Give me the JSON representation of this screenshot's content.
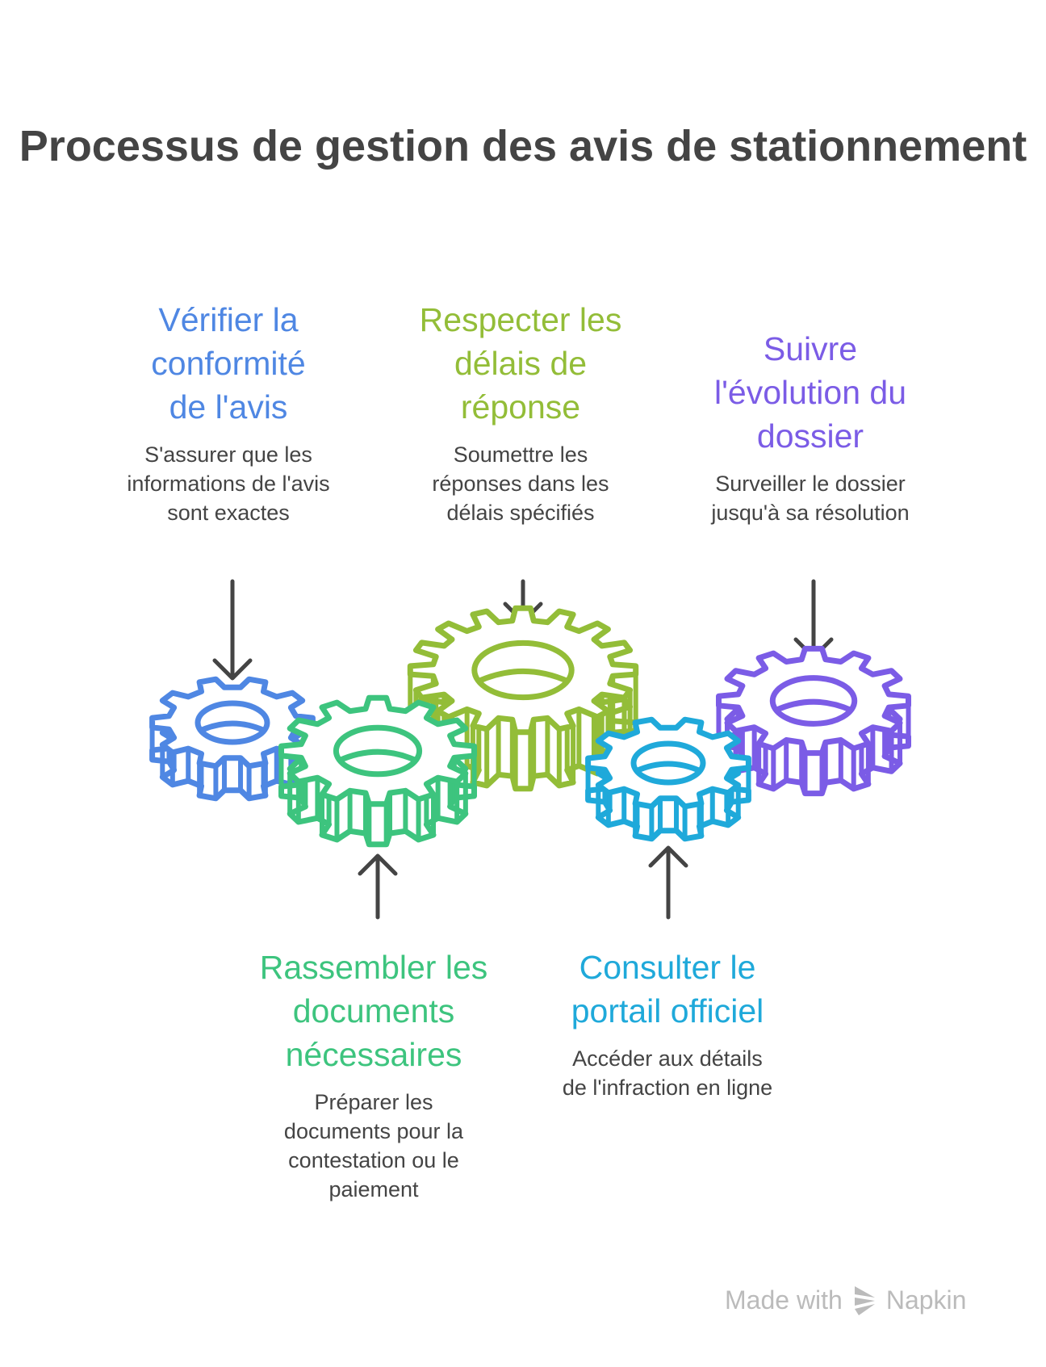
{
  "title": "Processus de gestion des avis de stationnement",
  "steps": [
    {
      "heading": "Vérifier la conformité de l'avis",
      "description": "S'assurer que les informations de l'avis sont exactes",
      "color": "#4f87e3"
    },
    {
      "heading": "Rassembler les documents nécessaires",
      "description": "Préparer les documents pour la contestation ou le paiement",
      "color": "#3dc47e"
    },
    {
      "heading": "Respecter les délais de réponse",
      "description": "Soumettre les réponses dans les délais spécifiés",
      "color": "#93bd38"
    },
    {
      "heading": "Consulter le portail officiel",
      "description": "Accéder aux détails de l'infraction en ligne",
      "color": "#1fa9da"
    },
    {
      "heading": "Suivre l'évolution du dossier",
      "description": "Surveiller le dossier jusqu'à sa résolution",
      "color": "#7b5ce6"
    }
  ],
  "footer": {
    "made_with": "Made with",
    "brand": "Napkin",
    "icon": "napkin-logo-icon"
  }
}
